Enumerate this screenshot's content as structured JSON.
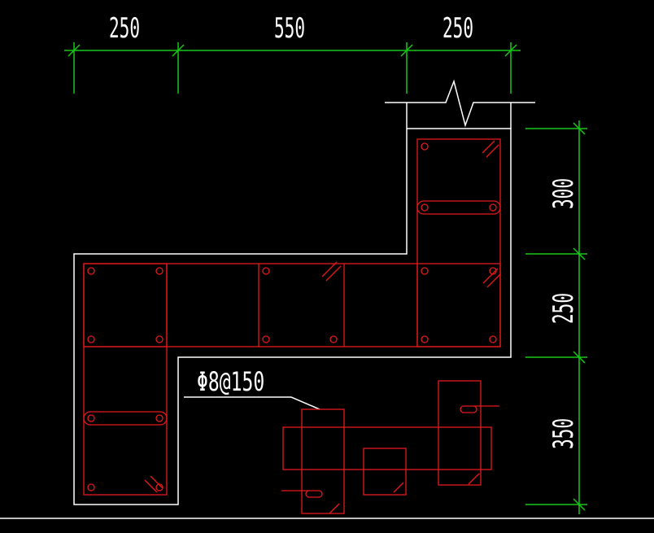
{
  "colors": {
    "background": "#000000",
    "outline": "#ffffff",
    "rebar": "#e31a1c",
    "dimension": "#18c718",
    "text": "#ffffff"
  },
  "dimensions": {
    "top": [
      "250",
      "550",
      "250"
    ],
    "right": [
      "300",
      "250",
      "350"
    ]
  },
  "stirrup_label": "Φ8@150"
}
